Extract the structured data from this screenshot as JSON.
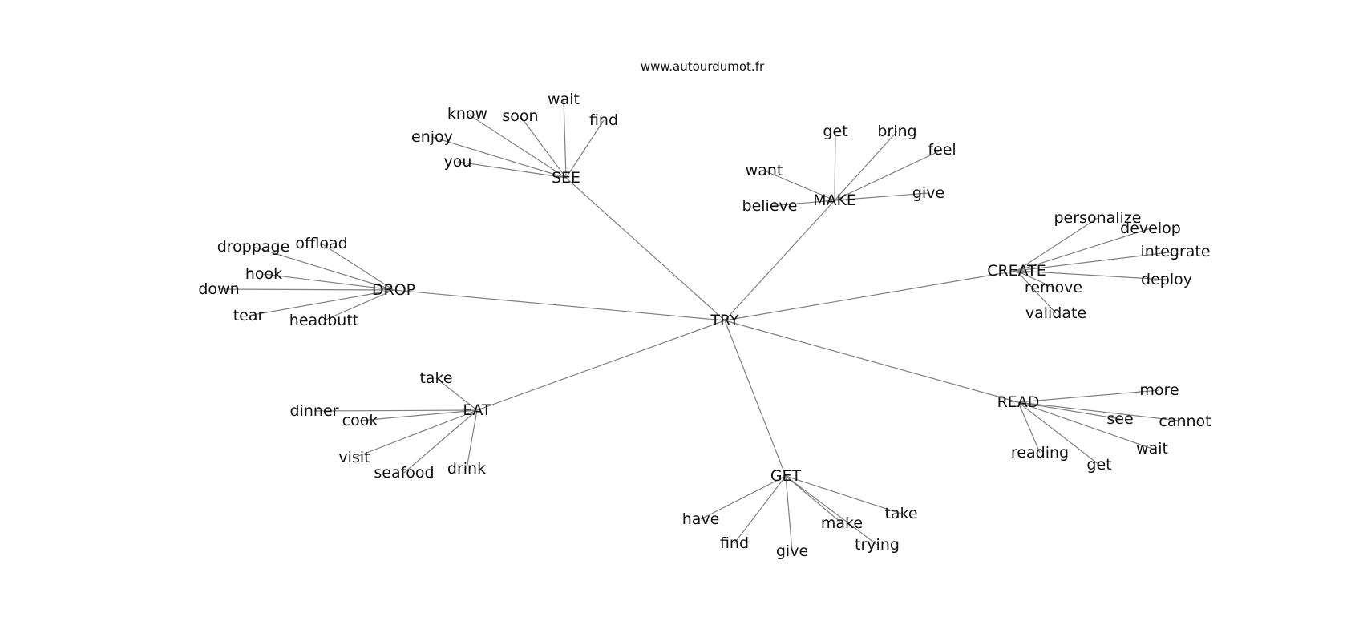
{
  "watermark": "www.autourdumot.fr",
  "root": "TRY",
  "clusters": [
    {
      "hub": "SEE",
      "leaves": [
        "wait",
        "know",
        "soon",
        "find",
        "enjoy",
        "you"
      ]
    },
    {
      "hub": "MAKE",
      "leaves": [
        "get",
        "bring",
        "feel",
        "want",
        "give",
        "believe"
      ]
    },
    {
      "hub": "CREATE",
      "leaves": [
        "personalize",
        "develop",
        "integrate",
        "deploy",
        "remove",
        "validate"
      ]
    },
    {
      "hub": "DROP",
      "leaves": [
        "offload",
        "droppage",
        "hook",
        "down",
        "tear",
        "headbutt"
      ]
    },
    {
      "hub": "EAT",
      "leaves": [
        "take",
        "dinner",
        "cook",
        "visit",
        "seafood",
        "drink"
      ]
    },
    {
      "hub": "READ",
      "leaves": [
        "more",
        "see",
        "cannot",
        "wait",
        "reading",
        "get"
      ]
    },
    {
      "hub": "GET",
      "leaves": [
        "take",
        "have",
        "make",
        "find",
        "give",
        "trying"
      ]
    }
  ]
}
